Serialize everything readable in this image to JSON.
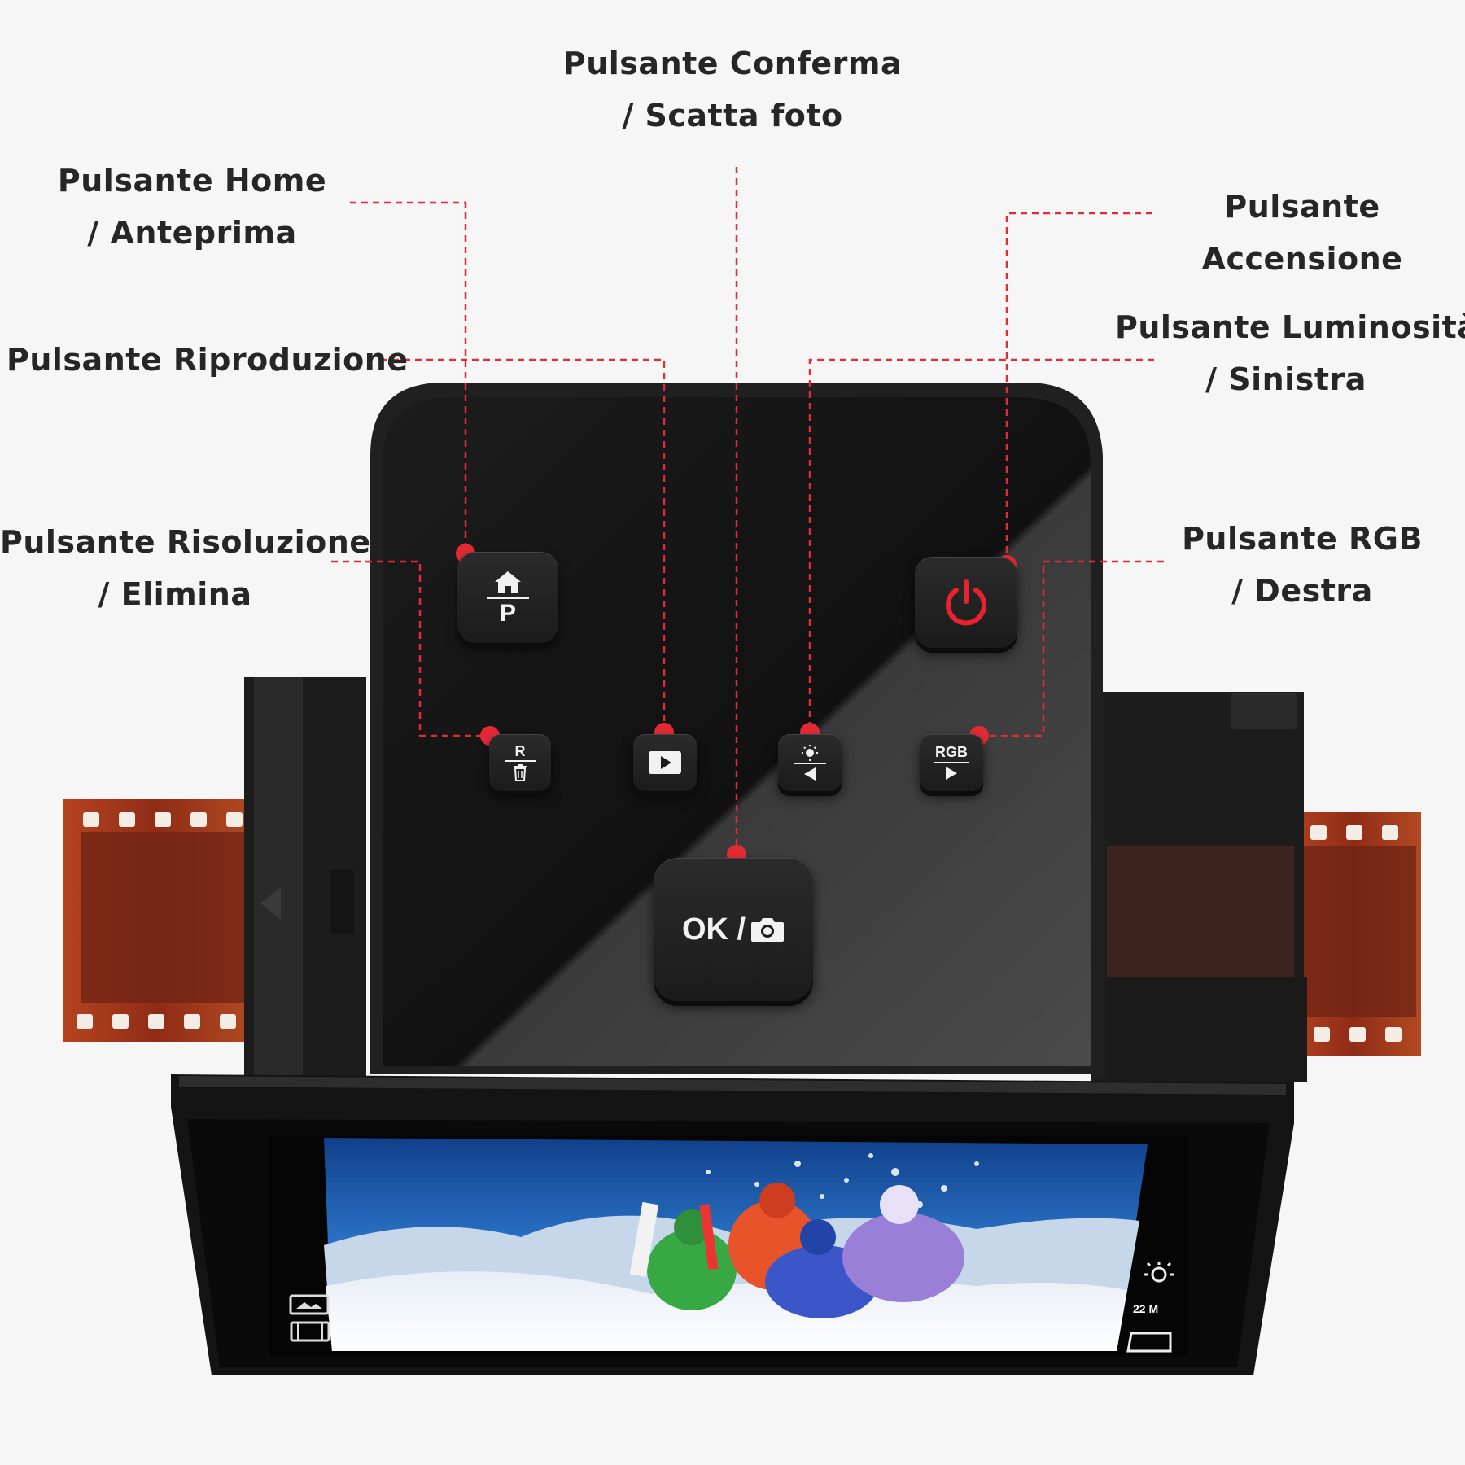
{
  "callouts": {
    "confirm": {
      "line1": "Pulsante Conferma",
      "line2": "/ Scatta foto"
    },
    "home": {
      "line1": "Pulsante Home",
      "line2": "/ Anteprima"
    },
    "power": {
      "line1": "Pulsante",
      "line2": "Accensione"
    },
    "playback": {
      "line1": "Pulsante Riproduzione"
    },
    "brightness": {
      "line1": "Pulsante Luminosità",
      "line2": "/ Sinistra"
    },
    "resolution": {
      "line1": "Pulsante Risoluzione",
      "line2": "/ Elimina"
    },
    "rgb": {
      "line1": "Pulsante RGB",
      "line2": "/ Destra"
    }
  },
  "buttons": {
    "home": {
      "letter": "P"
    },
    "resolution": {
      "letter": "R"
    },
    "rgb": {
      "text": "RGB"
    },
    "ok": {
      "text": "OK /"
    }
  },
  "screen": {
    "resolution": "22 M"
  },
  "colors": {
    "accent": "#e8222e",
    "device": "#1a1a1a",
    "film": "#a8381f"
  },
  "icons": [
    "home-icon",
    "trash-icon",
    "play-icon",
    "brightness-icon",
    "left-arrow-icon",
    "right-arrow-icon",
    "power-icon",
    "camera-icon",
    "photo-icon",
    "film-icon",
    "card-icon"
  ]
}
